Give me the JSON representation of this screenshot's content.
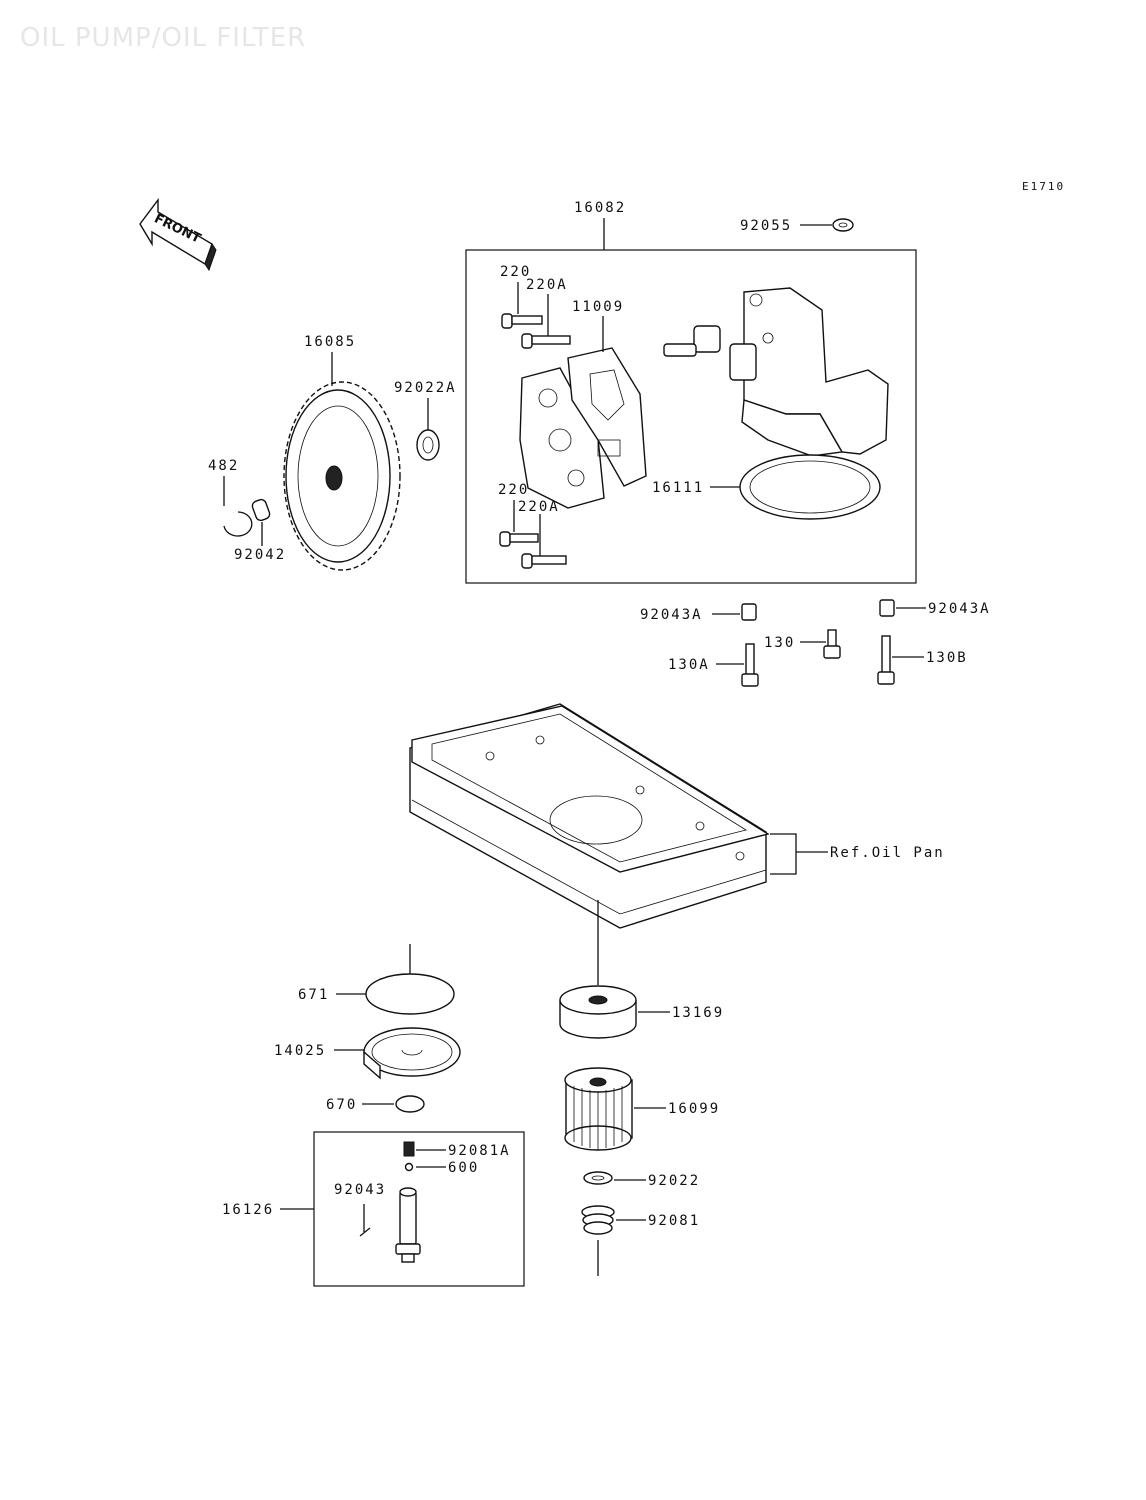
{
  "header": {
    "title": "OIL PUMP/OIL FILTER",
    "figure_code": "E1710"
  },
  "front_arrow": {
    "label": "FRONT",
    "icon": "front-arrow-icon"
  },
  "parts": {
    "p16082": "16082",
    "p92055": "92055",
    "p220_top": "220",
    "p220A_top": "220A",
    "p11009": "11009",
    "p16085": "16085",
    "p92022A": "92022A",
    "p482": "482",
    "p92042": "92042",
    "p16111": "16111",
    "p220_bot": "220",
    "p220A_bot": "220A",
    "p92043A_left": "92043A",
    "p92043A_right": "92043A",
    "p130": "130",
    "p130A": "130A",
    "p130B": "130B",
    "ref_oil_pan": "Ref.Oil Pan",
    "p671": "671",
    "p13169": "13169",
    "p14025": "14025",
    "p670": "670",
    "p16099": "16099",
    "p92081A": "92081A",
    "p600": "600",
    "p92043": "92043",
    "p16126": "16126",
    "p92022": "92022",
    "p92081": "92081"
  }
}
